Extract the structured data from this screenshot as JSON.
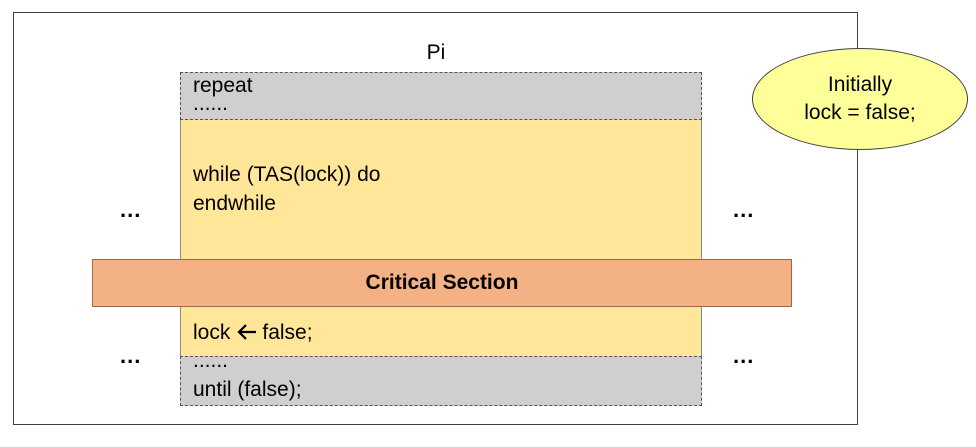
{
  "diagram": {
    "process_label": "Pi",
    "entry_section": {
      "line1": "repeat",
      "line2": "......"
    },
    "entry_code": {
      "line1": "while (TAS(lock)) do",
      "line2": "endwhile"
    },
    "critical_section_label": "Critical Section",
    "exit_code": {
      "prefix": "lock",
      "arrow_icon": "left-arrow-icon",
      "suffix": "false;"
    },
    "remainder_section": {
      "line1": "......",
      "line2": "until (false);"
    },
    "side_dots": {
      "left_top": "...",
      "right_top": "...",
      "left_bottom": "...",
      "right_bottom": "..."
    },
    "note": {
      "line1": "Initially",
      "line2": "lock = false;"
    }
  },
  "colors": {
    "entry_remainder_fill": "#d0cece",
    "code_block_fill": "#ffe699",
    "critical_section_fill": "#f4b183",
    "note_fill": "#ffff99"
  }
}
